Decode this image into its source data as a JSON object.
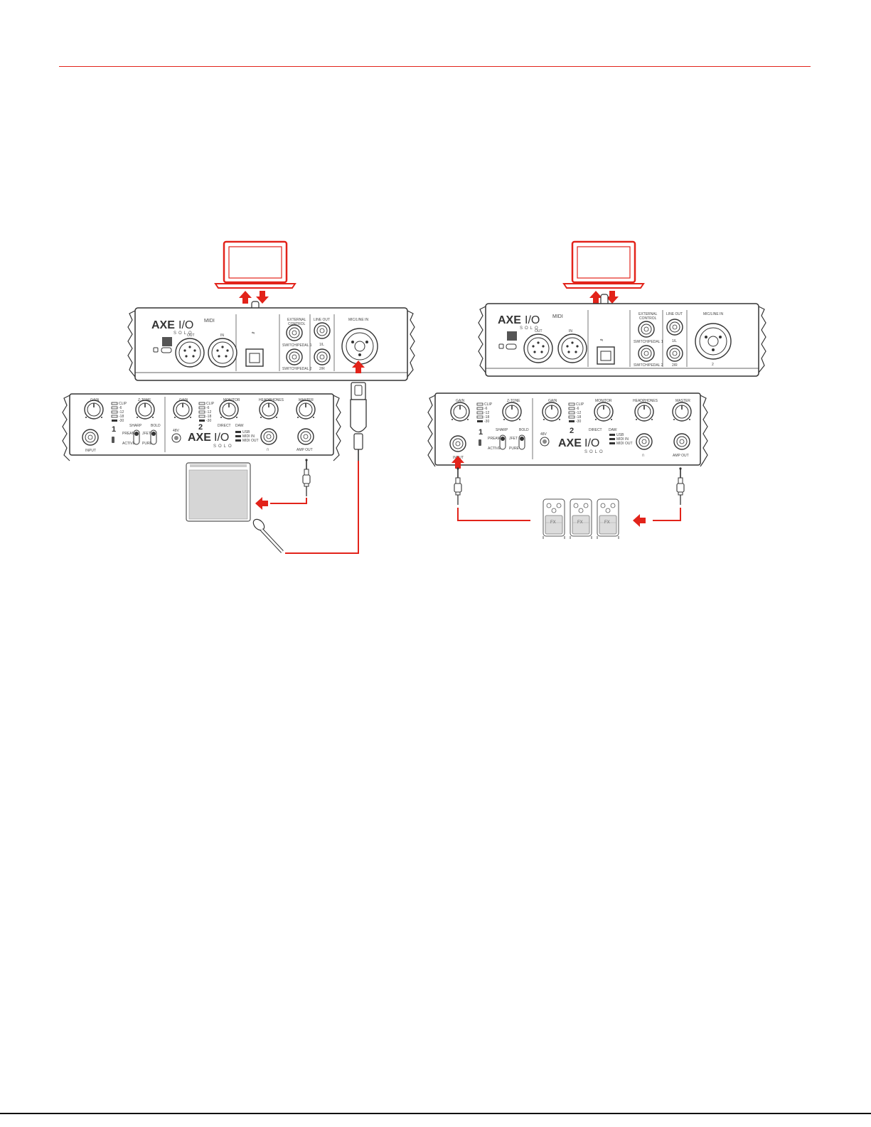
{
  "colors": {
    "accent": "#e2231a",
    "line": "#3a3a3a",
    "device": "#ffffff"
  },
  "rear_panel": {
    "brand_main": "AXE",
    "brand_io": "I/O",
    "brand_sub": "SOLO",
    "midi": "MIDI",
    "midi_out": "OUT",
    "midi_in": "IN",
    "ext_control_line1": "EXTERNAL",
    "ext_control_line2": "CONTROL",
    "switch_pedal_1": "SWITCH/PEDAL 1",
    "switch_pedal_2": "SWITCH/PEDAL 2",
    "line_out": "LINE OUT",
    "out_1l": "1/L",
    "out_2r": "2/R",
    "mic_line_in": "MIC/LINE IN",
    "mic_line_num": "2"
  },
  "front_panel": {
    "gain": "GAIN",
    "ztone": "Z-TONE",
    "gain2": "GAIN",
    "monitor": "MONITOR",
    "headphones": "HEADPHONES",
    "master": "MASTER",
    "ch1": "1",
    "ch2": "2",
    "input": "INPUT",
    "amp_out": "AMP OUT",
    "phantom": "48V",
    "sharp": "SHARP",
    "bold": "BOLD",
    "direct": "DIRECT",
    "daw": "DAW",
    "preamp": "PREAMP",
    "active": "ACTIVE",
    "jfet": "JFET",
    "pure": "PURE",
    "usb_led": "USB",
    "midi_in_led": "MIDI IN",
    "midi_out_led": "MIDI OUT",
    "meter_clip": "CLIP",
    "meter_levels": [
      "-6",
      "-12",
      "-18",
      "-30"
    ],
    "brand_main": "AXE",
    "brand_io": "I/O",
    "brand_sub": "SOLO"
  },
  "fx_label": "FX"
}
